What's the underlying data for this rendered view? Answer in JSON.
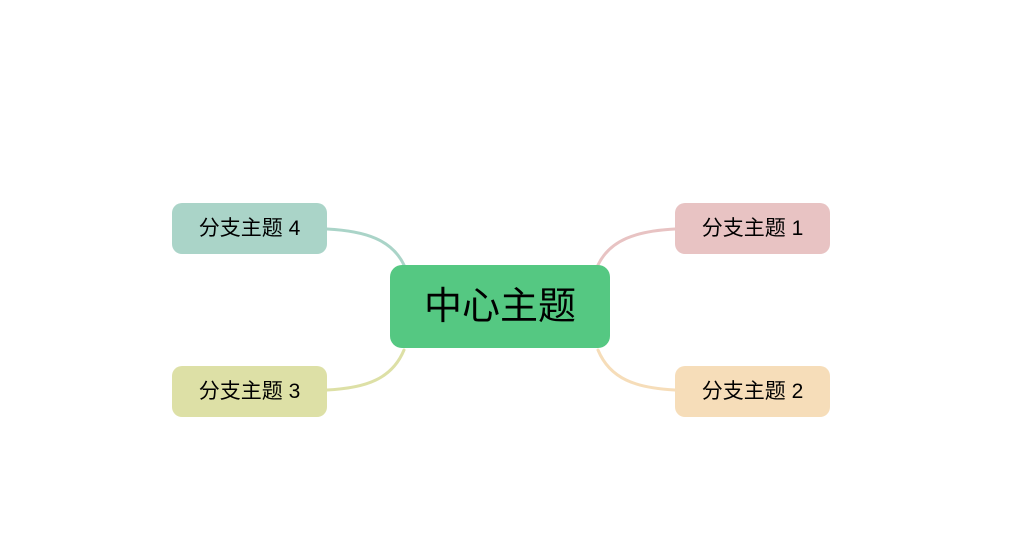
{
  "canvas": {
    "background_color": "#ffffff"
  },
  "mindmap": {
    "central": {
      "label": "中心主题",
      "fill": "#55C882",
      "text_color": "#000000"
    },
    "branches": [
      {
        "label": "分支主题 1",
        "fill": "#E8C3C3",
        "position": "top-right",
        "text_color": "#000000"
      },
      {
        "label": "分支主题 2",
        "fill": "#F6DDB9",
        "position": "bottom-right",
        "text_color": "#000000"
      },
      {
        "label": "分支主题 3",
        "fill": "#DDE0A6",
        "position": "bottom-left",
        "text_color": "#000000"
      },
      {
        "label": "分支主题 4",
        "fill": "#AAD4C8",
        "position": "top-left",
        "text_color": "#000000"
      }
    ]
  }
}
